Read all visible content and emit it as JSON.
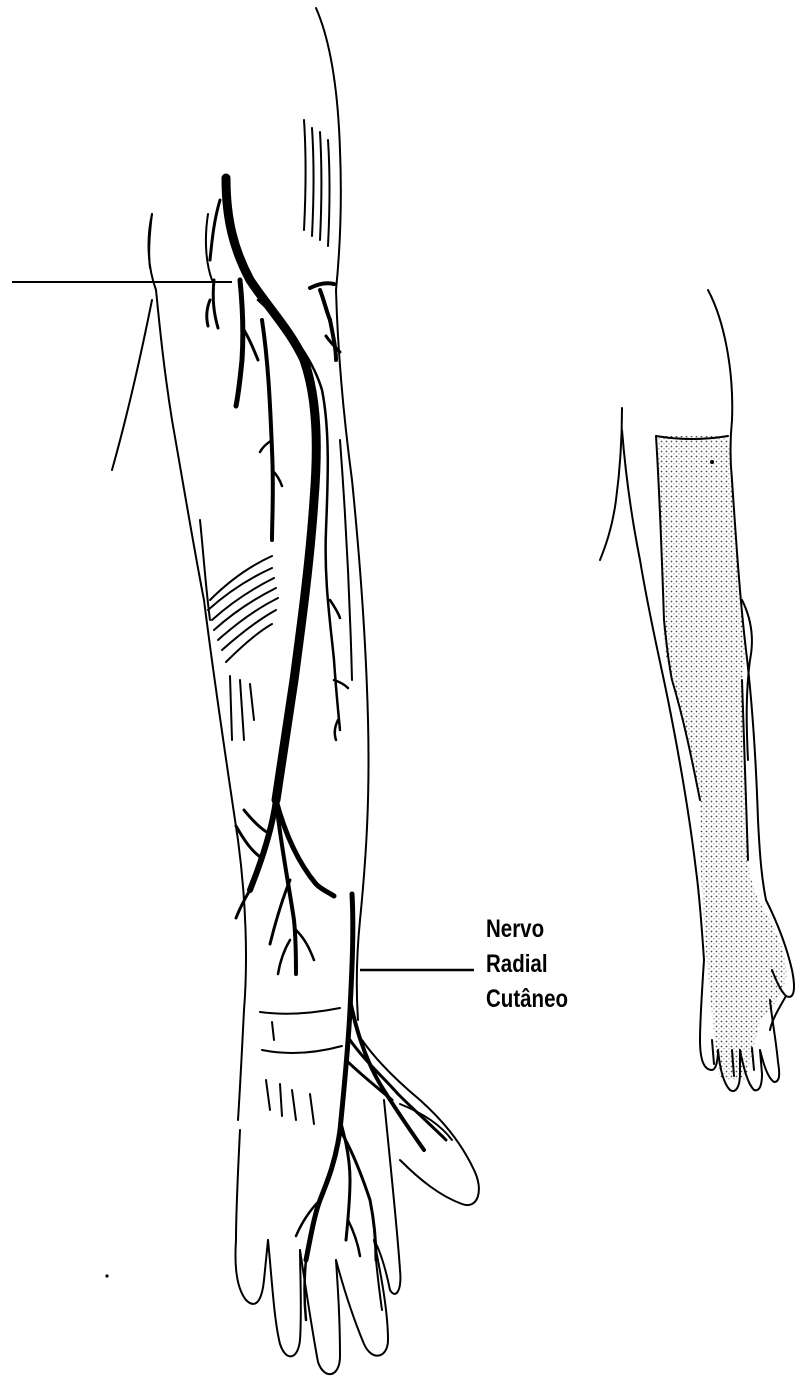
{
  "diagram": {
    "label": {
      "line1": "Nervo",
      "line2": "Radial",
      "line3": "Cutâneo"
    },
    "colors": {
      "ink": "#000000",
      "background": "#ffffff",
      "dots": "#4a4a4a"
    }
  }
}
